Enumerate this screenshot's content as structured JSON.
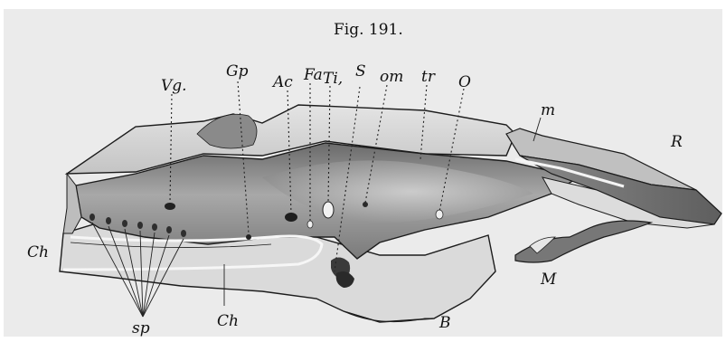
{
  "figure": {
    "title": "Fig. 191.",
    "labels": {
      "vg": "Vg.",
      "gp": "Gp",
      "ac": "Ac",
      "fa": "Fa",
      "ti": "Ti,",
      "s": "S",
      "om": "om",
      "tr": "tr",
      "o": "O",
      "m_small": "m",
      "r": "R",
      "ch_left": "Ch",
      "ch_bottom": "Ch",
      "sp": "sp",
      "b": "B",
      "m_big": "M"
    }
  },
  "colors": {
    "paper": "#ebebeb",
    "outline": "#1c1c1c",
    "body_light": "#c8c8c8",
    "body_mid": "#9c9c9c",
    "body_dark": "#5a5a5a",
    "cartilage": "#f2f2f2"
  }
}
